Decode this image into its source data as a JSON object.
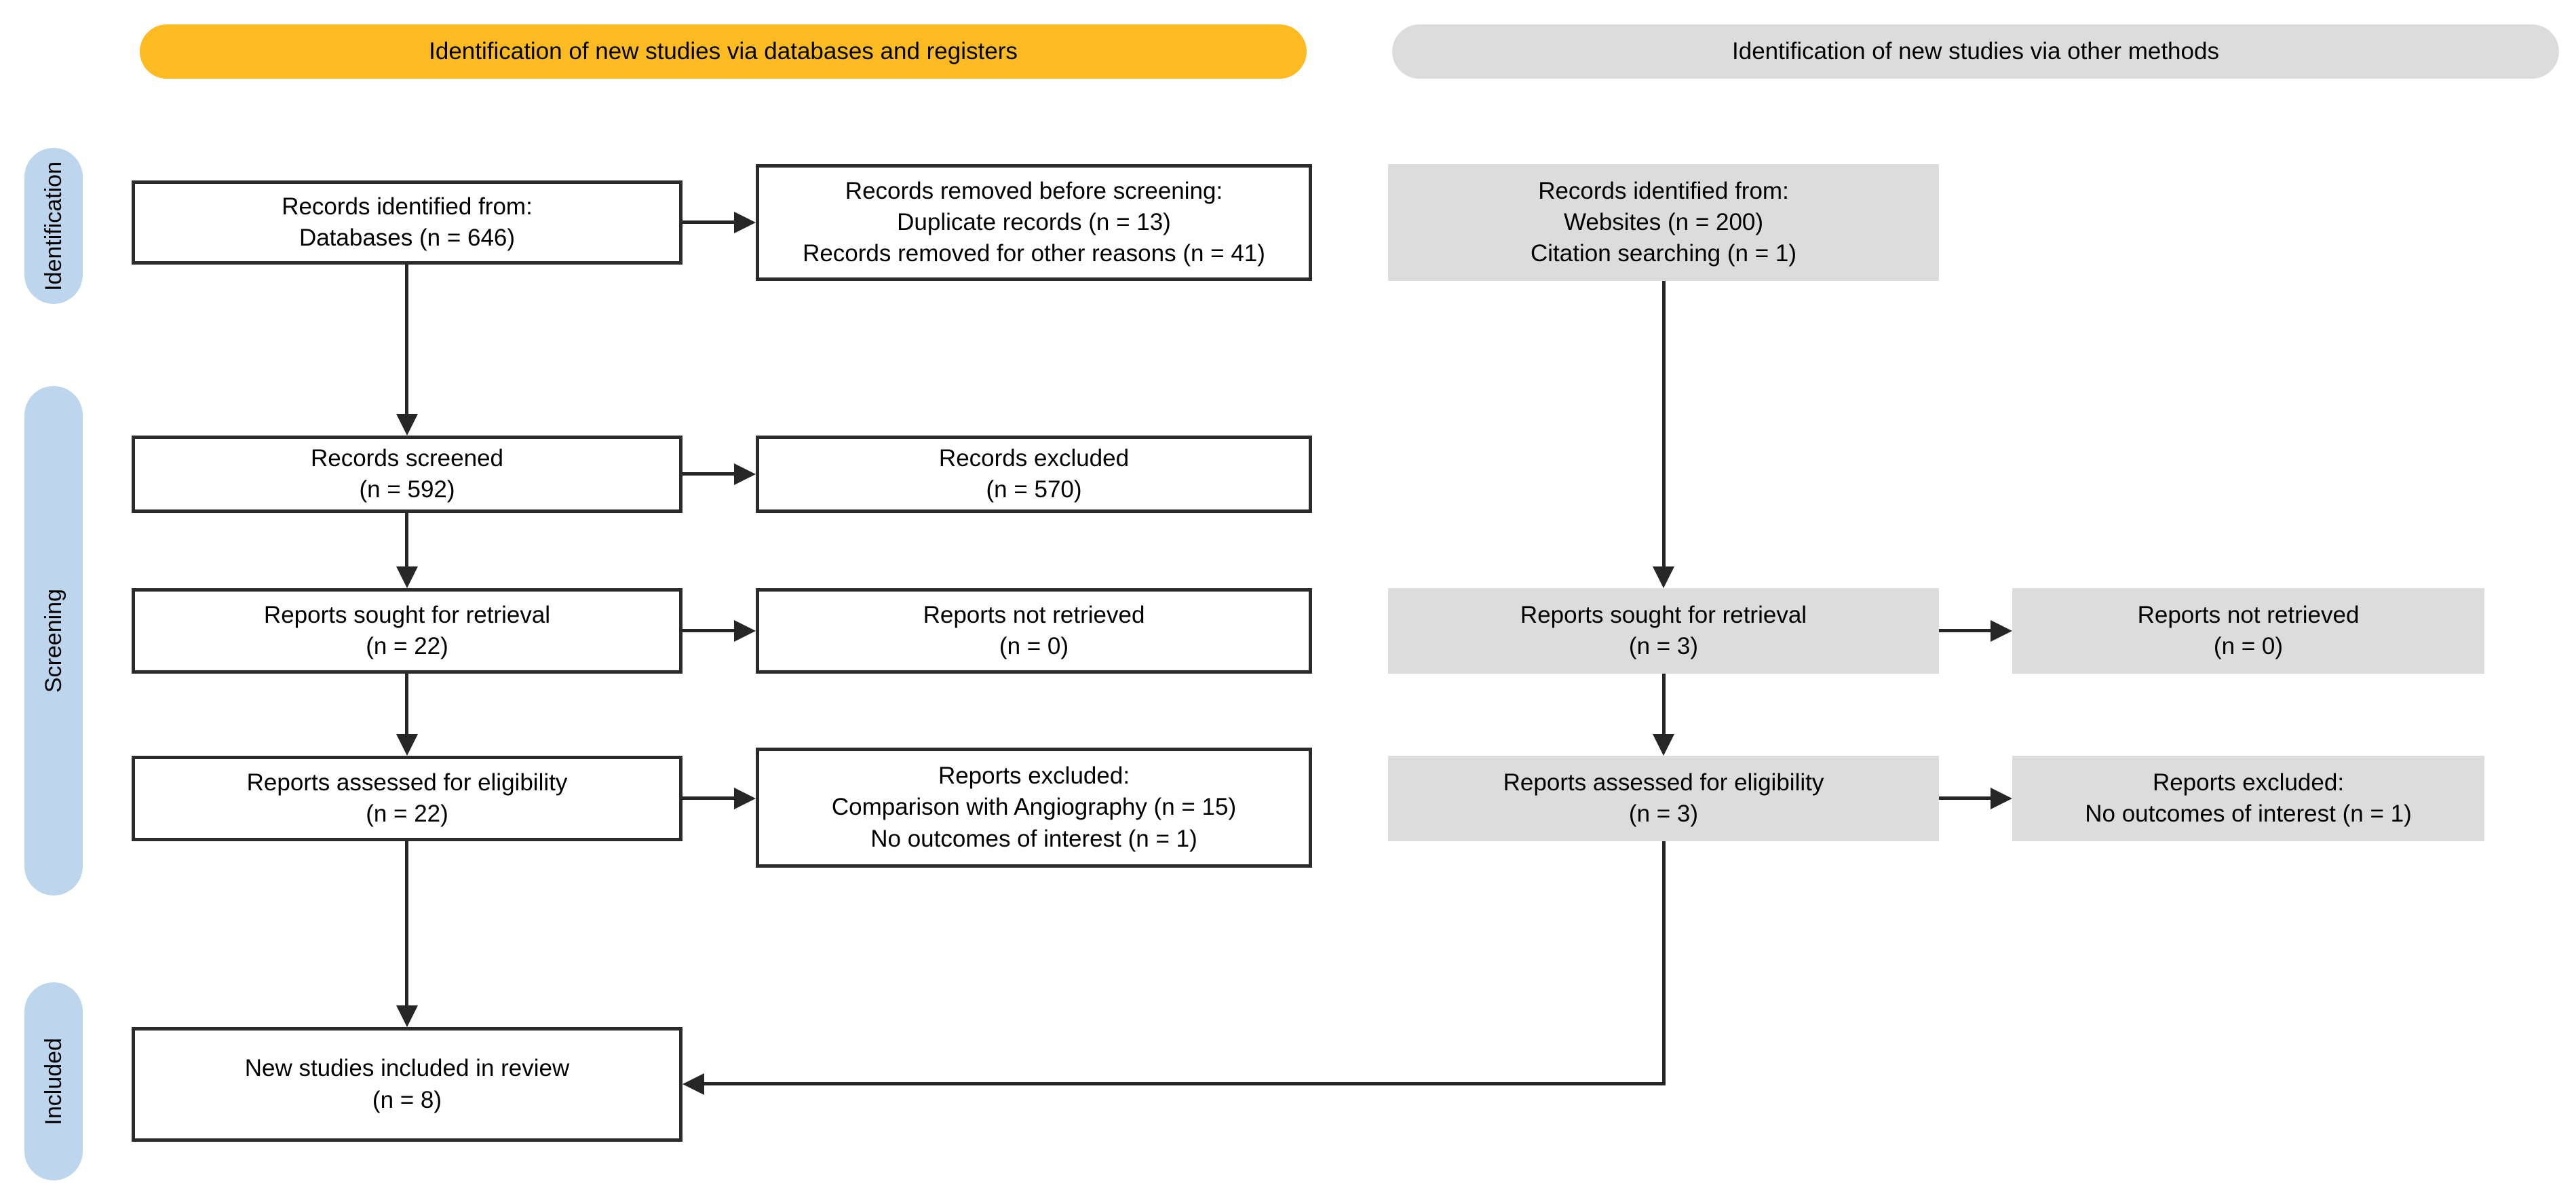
{
  "banners": {
    "databases": "Identification of new studies via databases and registers",
    "other_methods": "Identification of new studies via other methods"
  },
  "stage_labels": {
    "identification": "Identification",
    "screening": "Screening",
    "included": "Included"
  },
  "colors": {
    "banner_yellow": "#FBBB21",
    "banner_gray": "#DCDCDC",
    "stage_pill_blue": "#BDD6EE",
    "gray_box": "#DCDCDC",
    "line_black": "#262626"
  },
  "boxes": {
    "db_identified": {
      "lines": [
        "Records identified from:",
        "Databases (n = 646)"
      ]
    },
    "db_removed": {
      "lines": [
        "Records removed before screening:",
        "Duplicate records (n = 13)",
        "Records removed for other reasons (n = 41)"
      ]
    },
    "db_screened": {
      "lines": [
        "Records screened",
        "(n = 592)"
      ]
    },
    "db_excluded": {
      "lines": [
        "Records excluded",
        "(n = 570)"
      ]
    },
    "db_sought": {
      "lines": [
        "Reports sought for retrieval",
        "(n = 22)"
      ]
    },
    "db_not_retrieved": {
      "lines": [
        "Reports not retrieved",
        "(n = 0)"
      ]
    },
    "db_assessed": {
      "lines": [
        "Reports assessed for eligibility",
        "(n = 22)"
      ]
    },
    "db_reports_excluded": {
      "lines": [
        "Reports excluded:",
        "Comparison with Angiography (n = 15)",
        "No outcomes of interest (n = 1)"
      ]
    },
    "included_new": {
      "lines": [
        "New studies included in review",
        "(n = 8)"
      ]
    },
    "om_identified": {
      "lines": [
        "Records identified from:",
        "Websites (n = 200)",
        "Citation searching (n = 1)"
      ]
    },
    "om_sought": {
      "lines": [
        "Reports sought for retrieval",
        "(n = 3)"
      ]
    },
    "om_not_retrieved": {
      "lines": [
        "Reports not retrieved",
        "(n = 0)"
      ]
    },
    "om_assessed": {
      "lines": [
        "Reports assessed for eligibility",
        "(n = 3)"
      ]
    },
    "om_excluded": {
      "lines": [
        "Reports excluded:",
        "No outcomes of interest (n = 1)"
      ]
    }
  }
}
